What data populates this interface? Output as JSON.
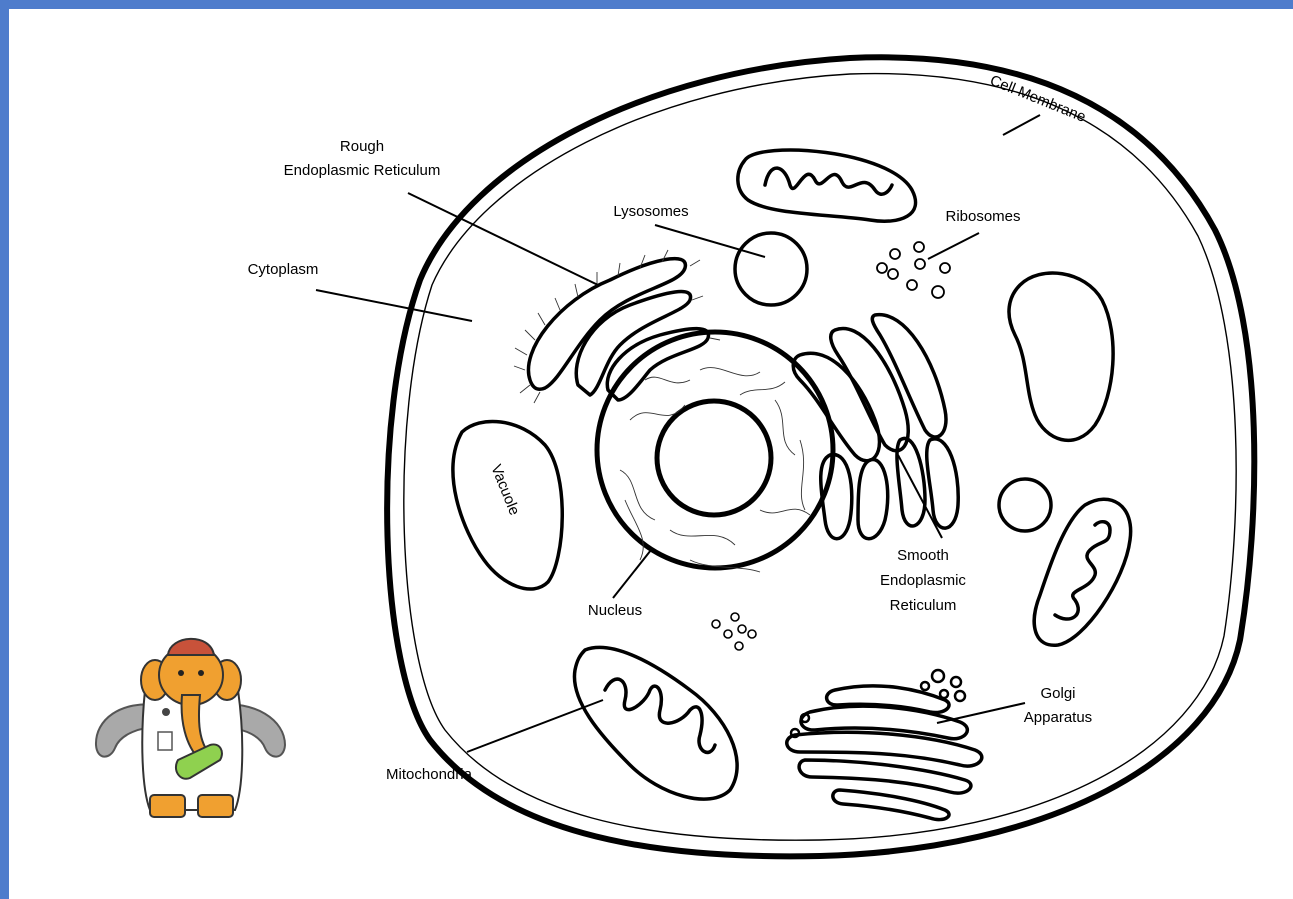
{
  "labels": {
    "cell_membrane": "Cell Membrane",
    "rough_er_line1": "Rough",
    "rough_er_line2": "Endoplasmic Reticulum",
    "lysosomes": "Lysosomes",
    "ribosomes": "Ribosomes",
    "cytoplasm": "Cytoplasm",
    "vacuole": "Vacuole",
    "smooth_er_line1": "Smooth",
    "smooth_er_line2": "Endoplasmic",
    "smooth_er_line3": "Reticulum",
    "nucleus": "Nucleus",
    "golgi_line1": "Golgi",
    "golgi_line2": "Apparatus",
    "mitochondria": "Mitochondria"
  },
  "colors": {
    "frame": "#4e7ccc",
    "background": "#ffffff",
    "line": "#000000",
    "mascot_body": "#f0a030",
    "mascot_hair": "#c8523a",
    "mascot_tusk": "#a9a9a9",
    "mascot_coat": "#ffffff",
    "mascot_flask": "#8fd14f"
  },
  "mascot": {
    "icon": "mammoth-scientist-icon"
  }
}
